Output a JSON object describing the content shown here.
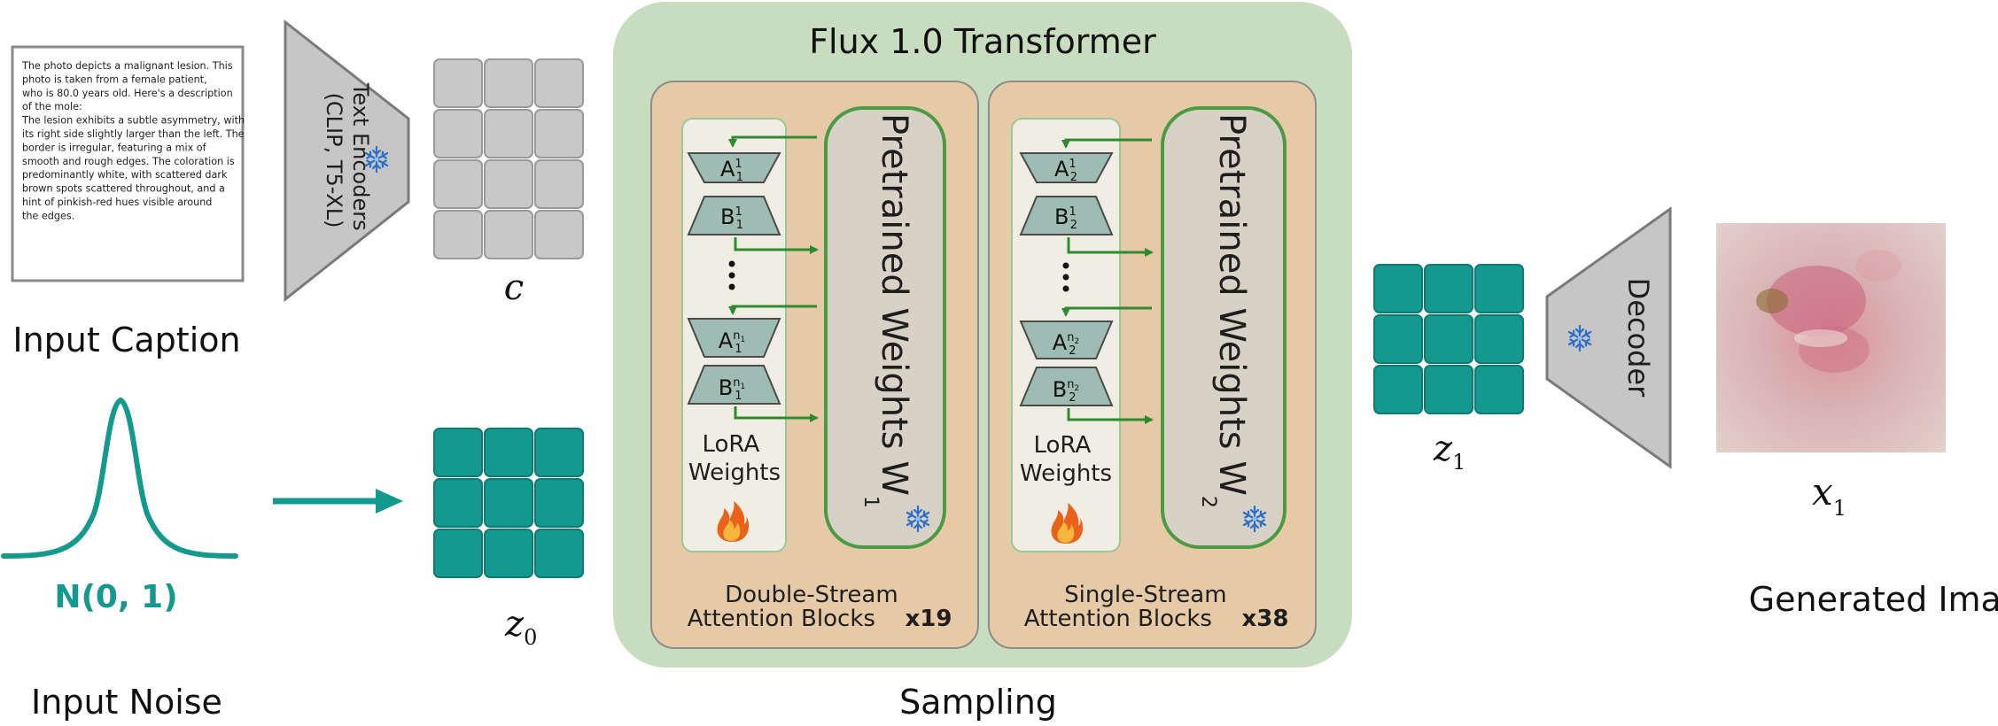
{
  "caption_box": {
    "lines": [
      "The photo depicts a malignant lesion. This",
      " photo is taken from a female patient,",
      " who is 80.0 years old. Here's a  description",
      " of the mole:",
      "",
      "The lesion exhibits a subtle asymmetry, with",
      "its right side  slightly larger than the left. The",
      "border is irregular, featuring  a mix of",
      "smooth and rough edges. The coloration is",
      "predominantly white, with scattered dark",
      "brown spots scattered throughout, and a",
      "hint of pinkish-red hues visible around",
      "the edges."
    ]
  },
  "labels": {
    "input_caption": "Input Caption",
    "input_noise": "Input Noise",
    "noise_dist": "N(0, 1)",
    "text_encoders_line1": "Text Encoders",
    "text_encoders_line2": "(CLIP, T5-XL)",
    "c_symbol": "c",
    "z0_symbol": "z",
    "z0_sub": "0",
    "z1_symbol": "z",
    "z1_sub": "1",
    "x1_symbol": "x",
    "x1_sub": "1",
    "transformer_title": "Flux 1.0 Transformer",
    "sampling": "Sampling",
    "decoder": "Decoder",
    "generated_image": "Generated Image"
  },
  "double_stream": {
    "lora_a_top": "A",
    "lora_a_top_sup": "1",
    "lora_a_top_sub": "1",
    "lora_b_top": "B",
    "lora_b_top_sup": "1",
    "lora_b_top_sub": "1",
    "lora_a_bot": "A",
    "lora_a_bot_sup": "n",
    "lora_a_bot_sup2": "1",
    "lora_a_bot_sub": "1",
    "lora_b_bot": "B",
    "lora_b_bot_sup": "n",
    "lora_b_bot_sup2": "1",
    "lora_b_bot_sub": "1",
    "lora_line1": "LoRA",
    "lora_line2": "Weights",
    "pretrained": "Pretrained Weights W",
    "pretrained_sub": "1",
    "footer_line1": "Double-Stream",
    "footer_line2": "Attention Blocks",
    "multiplier": "x19"
  },
  "single_stream": {
    "lora_a_top": "A",
    "lora_a_top_sup": "1",
    "lora_a_top_sub": "2",
    "lora_b_top": "B",
    "lora_b_top_sup": "1",
    "lora_b_top_sub": "2",
    "lora_a_bot": "A",
    "lora_a_bot_sup": "n",
    "lora_a_bot_sup2": "2",
    "lora_a_bot_sub": "2",
    "lora_b_bot": "B",
    "lora_b_bot_sup": "n",
    "lora_b_bot_sup2": "2",
    "lora_b_bot_sub": "2",
    "lora_line1": "LoRA",
    "lora_line2": "Weights",
    "pretrained": "Pretrained Weights W",
    "pretrained_sub": "2",
    "footer_line1": "Single-Stream",
    "footer_line2": "Attention Blocks",
    "multiplier": "x38"
  },
  "icons": {
    "frozen": "snowflake-icon",
    "trainable": "fire-icon"
  },
  "colors": {
    "teal": "#14998f",
    "gray_cell": "#c8c8c8",
    "transformer_bg": "#c8dcbf",
    "block_bg": "#e6c9a6",
    "lora_panel": "#f0eee4",
    "lora_trap": "#9fbcb4",
    "pretrained_bg": "#d7d1c6",
    "green_arrow": "#2f8a2f",
    "encoder_gray": "#c6c6c6"
  }
}
